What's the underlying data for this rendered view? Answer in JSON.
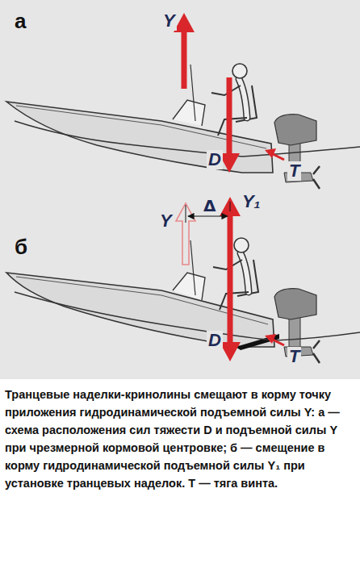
{
  "diagram": {
    "caption": "Транцевые наделки-кринолины смещают в корму точку приложения гидродинамической подъемной силы Y: а — схема расположения сил тяжести D и подъемной силы Y при чрезмерной кормовой центровке; б — смещение в корму гидродинамической подъемной силы Y₁ при установке транцевых наделок. T — тяга винта.",
    "labels": [
      "а",
      "Y",
      "D",
      "T",
      "б",
      "Y",
      "Δ",
      "Y₁",
      "D",
      "T"
    ]
  }
}
